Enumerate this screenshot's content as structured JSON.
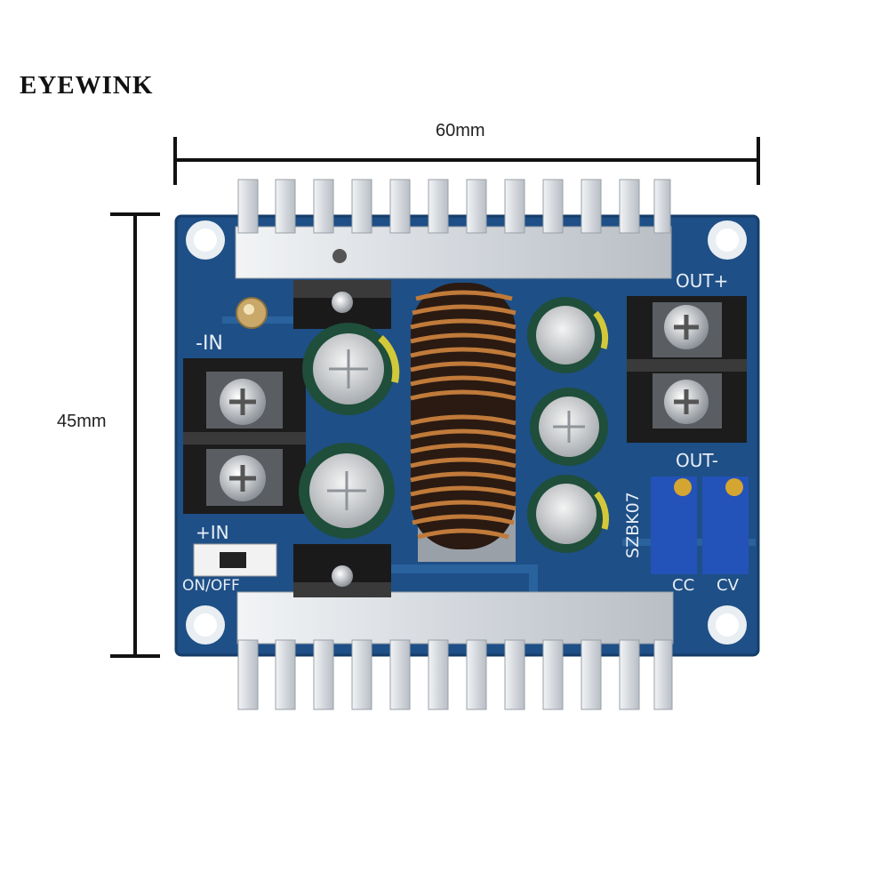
{
  "brand": {
    "text": "EYEWINK"
  },
  "dimensions": {
    "width_label": "60mm",
    "height_label": "45mm"
  },
  "board": {
    "model": "SZBK07",
    "labels": {
      "neg_in": "-IN",
      "pos_in": "+IN",
      "switch": "ON/OFF",
      "out_pos": "OUT+",
      "out_neg": "OUT-",
      "cc": "CC",
      "cv": "CV"
    }
  },
  "colors": {
    "pcb": "#1e4f86",
    "heatsink": "#d9dde2",
    "copper": "#c07a3a",
    "terminal": "#2a2a2a",
    "capacitor": "#1f4e3a",
    "trimpot": "#2352b8"
  }
}
